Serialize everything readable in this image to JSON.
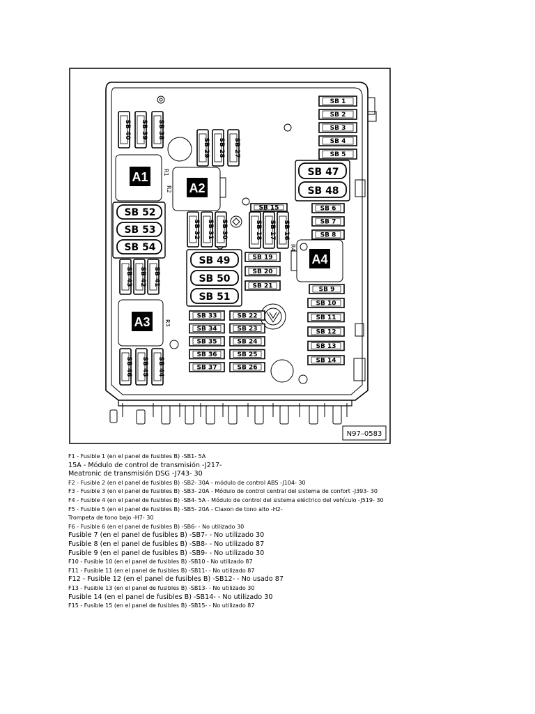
{
  "diagram": {
    "figure_code": "N97–0583",
    "relays": [
      "A1",
      "A2",
      "A3",
      "A4"
    ],
    "resistor_labels": [
      "R1",
      "R2",
      "R3",
      "R4"
    ],
    "large_fuses": [
      "SB 52",
      "SB 53",
      "SB 54",
      "SB 49",
      "SB 50",
      "SB 51",
      "SB 47",
      "SB 48"
    ],
    "vertical_fuses_top_left": [
      "SB 40",
      "SB 39",
      "SB 38"
    ],
    "vertical_fuses_top_mid": [
      "SB 29",
      "SB 28",
      "SB 27"
    ],
    "vertical_fuses_mid": [
      "SB 32",
      "SB 31",
      "SB 30"
    ],
    "vertical_fuses_r": [
      "SB 18",
      "SB 17",
      "SB 16"
    ],
    "vertical_fuses_left_mid": [
      "SB 43",
      "SB 42",
      "SB 41"
    ],
    "vertical_fuses_left_bottom": [
      "SB 46",
      "SB 45",
      "SB 44"
    ],
    "right_column": [
      "SB 1",
      "SB 2",
      "SB 3",
      "SB 4",
      "SB 5"
    ],
    "right_column_2": [
      "SB 6",
      "SB 7",
      "SB 8"
    ],
    "right_column_3": [
      "SB 9",
      "SB 10",
      "SB 11",
      "SB 12",
      "SB 13",
      "SB 14"
    ],
    "center_column": [
      "SB 15",
      "SB 19",
      "SB 20",
      "SB 21"
    ],
    "grid_left": [
      "SB 33",
      "SB 34",
      "SB 35",
      "SB 36",
      "SB 37"
    ],
    "grid_right": [
      "SB 22",
      "SB 23",
      "SB 24",
      "SB 25",
      "SB 26"
    ]
  },
  "captions": [
    "F1 - Fusible 1 (en el panel de fusibles B) -SB1- 5A",
    "15A - Módulo de control de transmisión -J217-",
    "Meatronic de transmisión DSG -J743- 30",
    "F2 - Fusible 2 (en el panel de fusibles B) -SB2- 30A - módulo de control ABS -J104- 30",
    "F3 - Fusible 3 (en el panel de fusibles B) -SB3- 20A - Módulo de control central del sistema de confort -J393- 30",
    "F4 - Fusible 4 (en el panel de fusibles B) -SB4- 5A - Módulo de control del sistema eléctrico del vehículo -J519- 30",
    "F5 - Fusible 5 (en el panel de fusibles B) -SB5- 20A - Claxon de tono alto -H2-",
    "Trompeta de tono bajo -H7- 30",
    "F6 - Fusible 6 (en el panel de fusibles B) -SB6- - No utilizado 30",
    "Fusible 7 (en el panel de fusibles B) -SB7- - No utilizado 30",
    "Fusible 8 (en el panel de fusibles B) -SB8- - No utilizado 87",
    "Fusible 9 (en el panel de fusibles B) -SB9- - No utilizado 30",
    "F10 - Fusible 10 (en el panel de fusibles B) -SB10 - No utilizado 87",
    "F11 - Fusible 11 (en el panel de fusibles B) -SB11- - No utilizado 87",
    "F12 - Fusible 12 (en el panel de fusibles B) -SB12- - No usado 87",
    "F13 - Fusible 13 (en el panel de fusibles B) -SB13- - No utilizado 30",
    "Fusible 14 (en el panel de fusibles B) -SB14- - No utilizado 30",
    "F15 - Fusible 15 (en el panel de fusibles B) -SB15- - No utilizado 87"
  ]
}
